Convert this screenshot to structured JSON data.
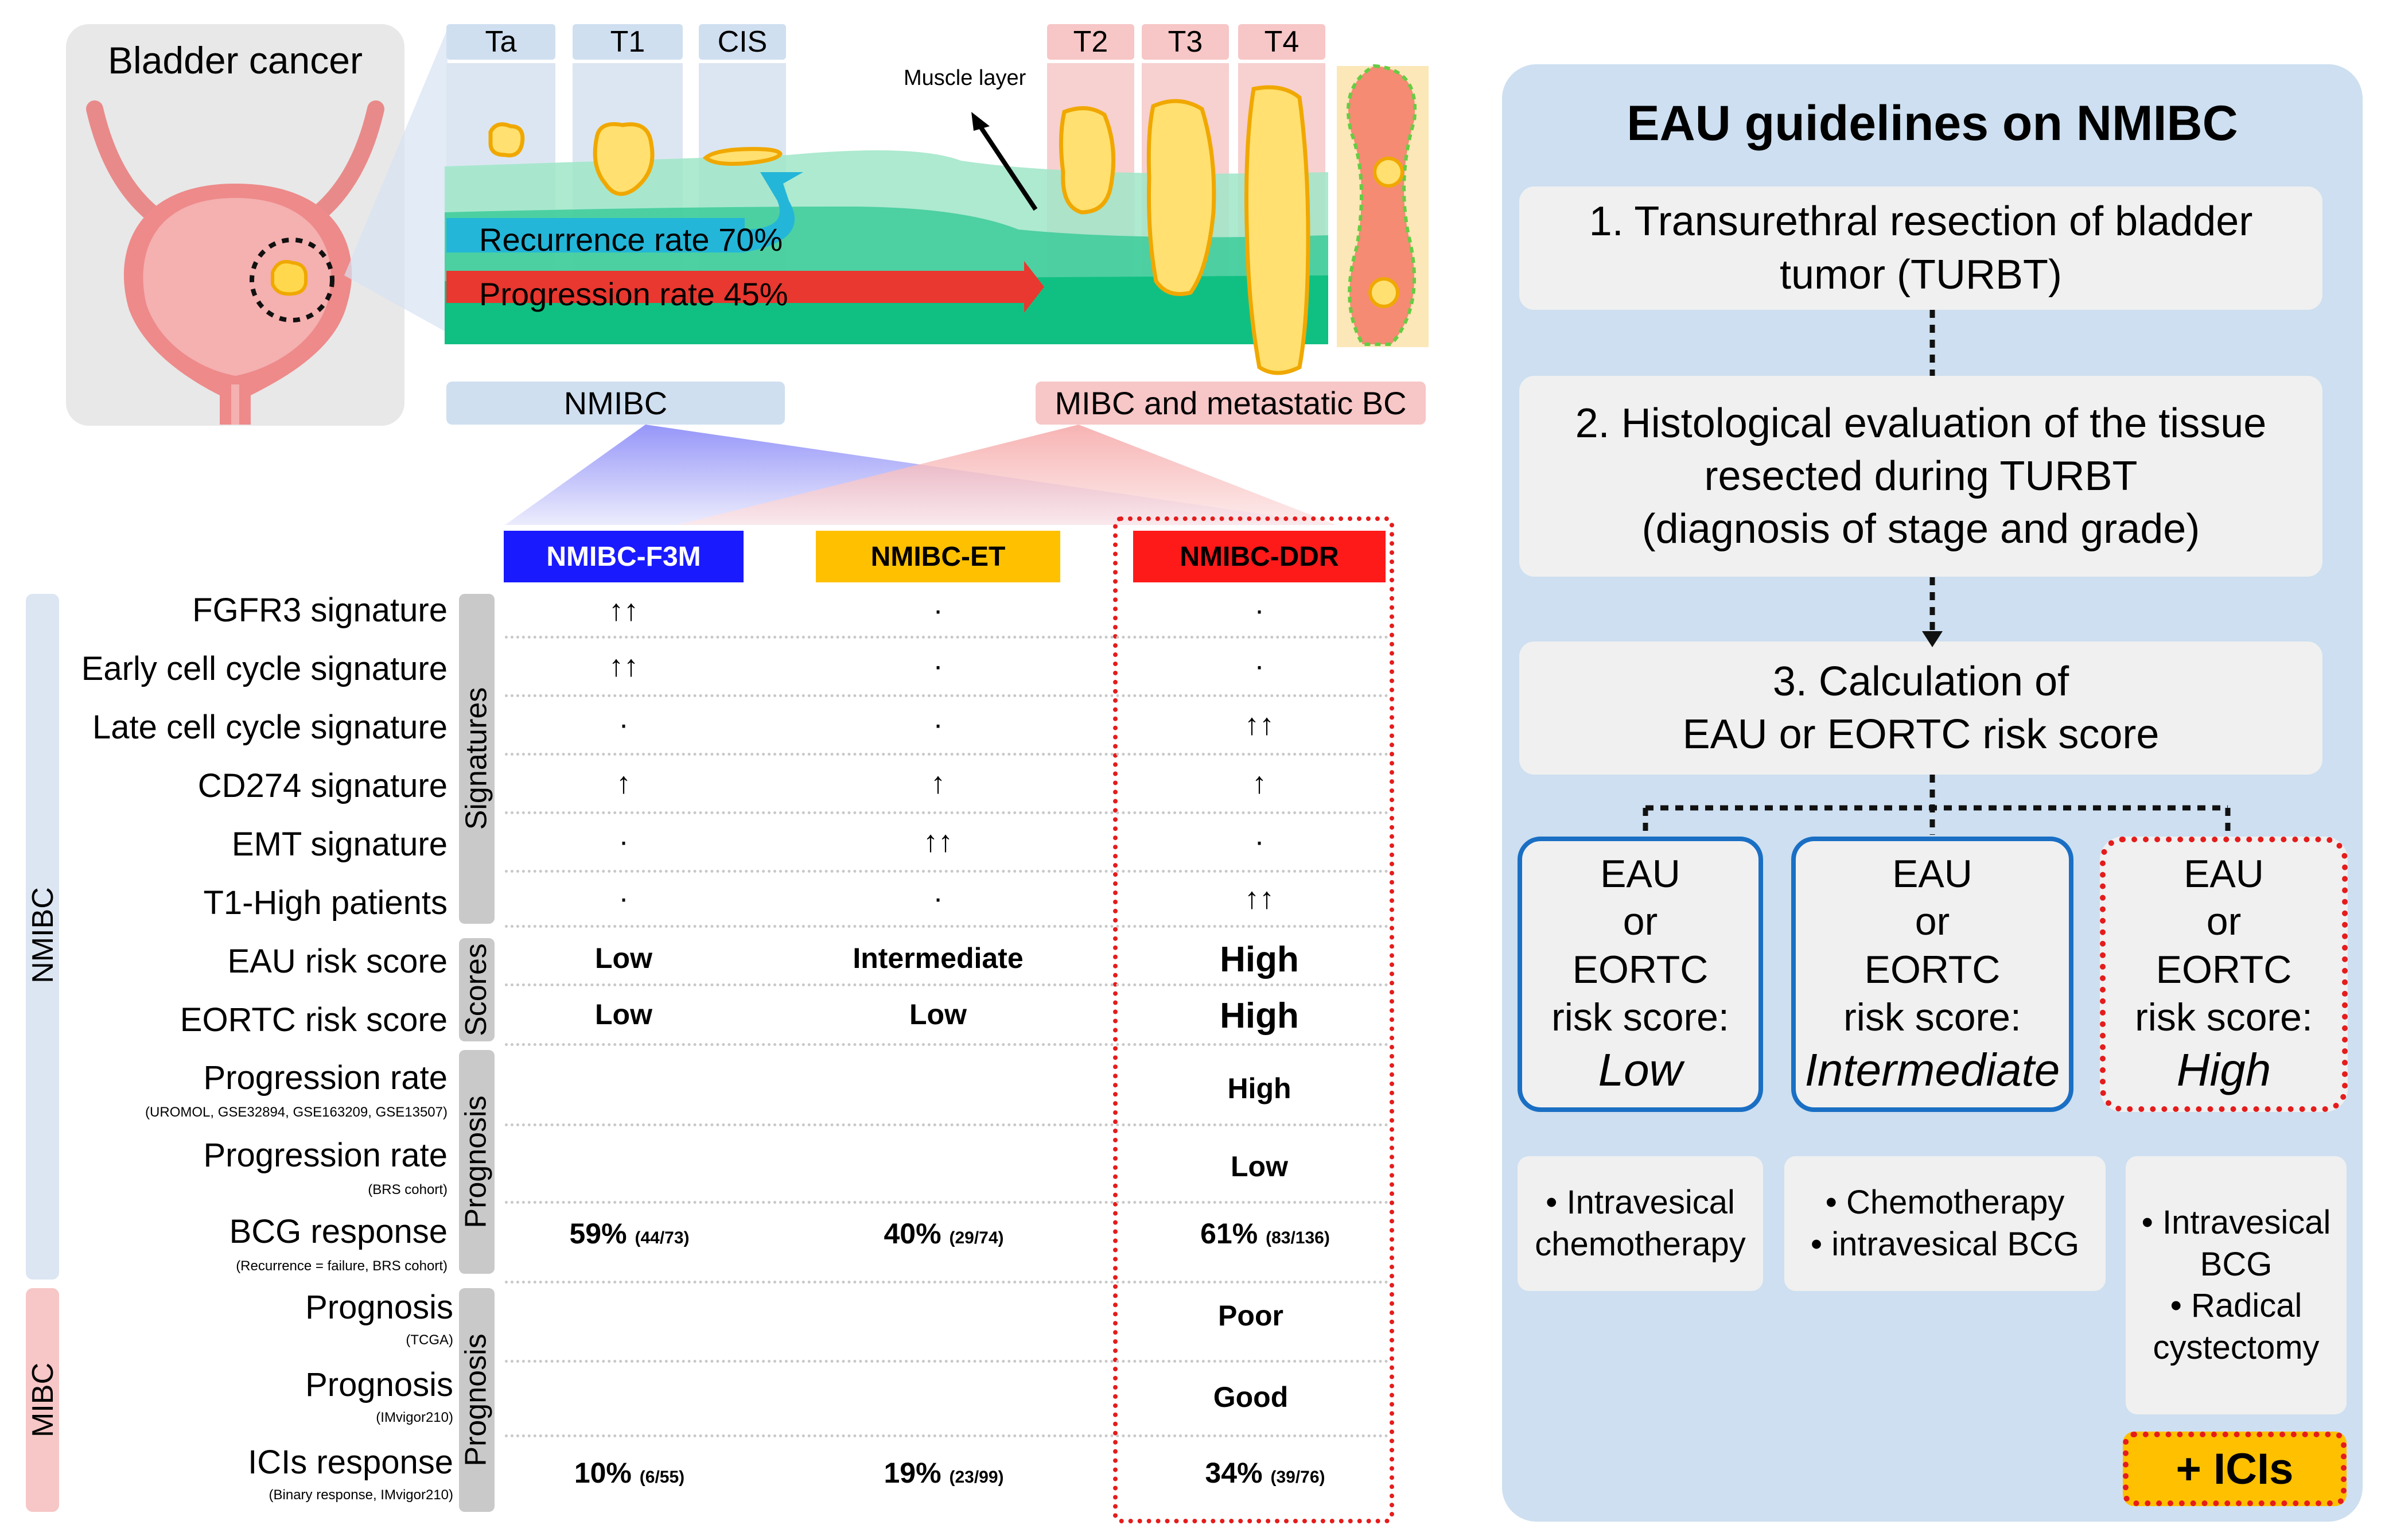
{
  "bladder": {
    "title": "Bladder cancer"
  },
  "stages": {
    "nmibc": [
      "Ta",
      "T1",
      "CIS"
    ],
    "mibc": [
      "T2",
      "T3",
      "T4"
    ],
    "muscle_layer": "Muscle layer",
    "recurrence": "Recurrence rate 70%",
    "progression": "Progression rate 45%"
  },
  "groups": {
    "nmibc": "NMIBC",
    "mibc": "MIBC and metastatic BC"
  },
  "subtypes": [
    {
      "name": "NMIBC-F3M",
      "color": "#1a1aff",
      "text_color": "#ffffff"
    },
    {
      "name": "NMIBC-ET",
      "color": "#ffc000",
      "text_color": "#000000"
    },
    {
      "name": "NMIBC-DDR",
      "color": "#ff1a1a",
      "text_color": "#000000"
    }
  ],
  "side_labels": {
    "nmibc": "NMIBC",
    "mibc": "MIBC"
  },
  "sections": {
    "signatures": "Signatures",
    "scores": "Scores",
    "prognosis1": "Prognosis",
    "prognosis2": "Prognosis"
  },
  "rows": [
    {
      "label": "FGFR3 signature",
      "sub": "",
      "f3m": "↑↑",
      "et": "·",
      "ddr": "·"
    },
    {
      "label": "Early cell cycle signature",
      "sub": "",
      "f3m": "↑↑",
      "et": "·",
      "ddr": "·"
    },
    {
      "label": "Late cell cycle signature",
      "sub": "",
      "f3m": "·",
      "et": "·",
      "ddr": "↑↑"
    },
    {
      "label": "CD274 signature",
      "sub": "",
      "f3m": "↑",
      "et": "↑",
      "ddr": "↑"
    },
    {
      "label": "EMT signature",
      "sub": "",
      "f3m": "·",
      "et": "↑↑",
      "ddr": "·"
    },
    {
      "label": "T1-High patients",
      "sub": "",
      "f3m": "·",
      "et": "·",
      "ddr": "↑↑"
    },
    {
      "label": "EAU risk score",
      "sub": "",
      "f3m": "Low",
      "et": "Intermediate",
      "ddr": "High"
    },
    {
      "label": "EORTC risk score",
      "sub": "",
      "f3m": "Low",
      "et": "Low",
      "ddr": "High"
    },
    {
      "label": "Progression rate",
      "sub": "(UROMOL, GSE32894, GSE163209, GSE13507)",
      "f3m": "",
      "et": "",
      "ddr": "High"
    },
    {
      "label": "Progression rate",
      "sub": "(BRS cohort)",
      "f3m": "",
      "et": "",
      "ddr": "Low"
    },
    {
      "label": "BCG response",
      "sub": "(Recurrence = failure, BRS cohort)",
      "f3m": "59%",
      "f3m_n": "(44/73)",
      "et": "40%",
      "et_n": "(29/74)",
      "ddr": "61%",
      "ddr_n": "(83/136)"
    },
    {
      "label": "Prognosis",
      "sub": "(TCGA)",
      "f3m": "",
      "et": "",
      "ddr": "Poor"
    },
    {
      "label": "Prognosis",
      "sub": "(IMvigor210)",
      "f3m": "",
      "et": "",
      "ddr": "Good"
    },
    {
      "label": "ICIs response",
      "sub": "(Binary response, IMvigor210)",
      "f3m": "10%",
      "f3m_n": "(6/55)",
      "et": "19%",
      "et_n": "(23/99)",
      "ddr": "34%",
      "ddr_n": "(39/76)"
    }
  ],
  "eau": {
    "title": "EAU guidelines on NMIBC",
    "step1": [
      "1. Transurethral resection of bladder",
      "tumor (TURBT)"
    ],
    "step2": [
      "2. Histological evaluation of the tissue",
      "resected during TURBT",
      "(diagnosis of stage and grade)"
    ],
    "step3": [
      "3. Calculation of",
      "EAU or EORTC risk score"
    ],
    "risk_prefix": [
      "EAU",
      "or",
      "EORTC",
      "risk score:"
    ],
    "risk_levels": [
      "Low",
      "Intermediate",
      "High"
    ],
    "treat_low": [
      "• Intravesical",
      "chemotherapy"
    ],
    "treat_int": [
      "• Chemotherapy",
      "• intravesical BCG"
    ],
    "treat_high": [
      "• Intravesical",
      "BCG",
      "• Radical",
      "cystectomy"
    ],
    "icis": "+ ICIs"
  }
}
